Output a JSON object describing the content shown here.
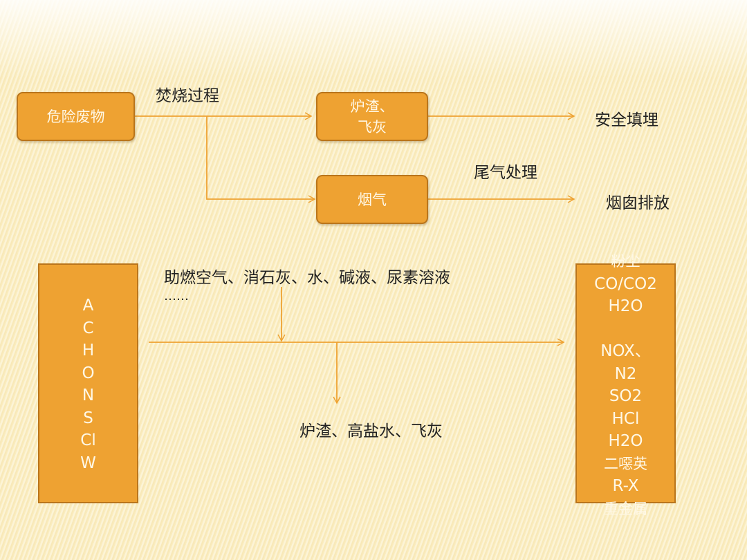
{
  "top_flow": {
    "source": "危险废物",
    "process_label": "焚烧过程",
    "residue_box": [
      "炉渣、",
      "飞灰"
    ],
    "flue_gas_box": "烟气",
    "tail_gas_label": "尾气处理",
    "landfill": "安全填埋",
    "chimney": "烟囱排放"
  },
  "bottom_flow": {
    "elements": [
      "A",
      "C",
      "H",
      "O",
      "N",
      "S",
      "Cl",
      "W"
    ],
    "inputs_line1": "助燃空气、消石灰、水、碱液、尿素溶液",
    "inputs_line2": "……",
    "outputs_residue": "炉渣、高盐水、飞灰",
    "products": [
      "粉尘",
      "CO/CO2",
      "H2O",
      "",
      "NOX、",
      "N2",
      "SO2",
      "HCl",
      "H2O",
      "二噁英",
      "R-X",
      "重金属"
    ]
  },
  "colors": {
    "box": "#eea232",
    "border": "#b9751c",
    "line": "#eea232"
  }
}
